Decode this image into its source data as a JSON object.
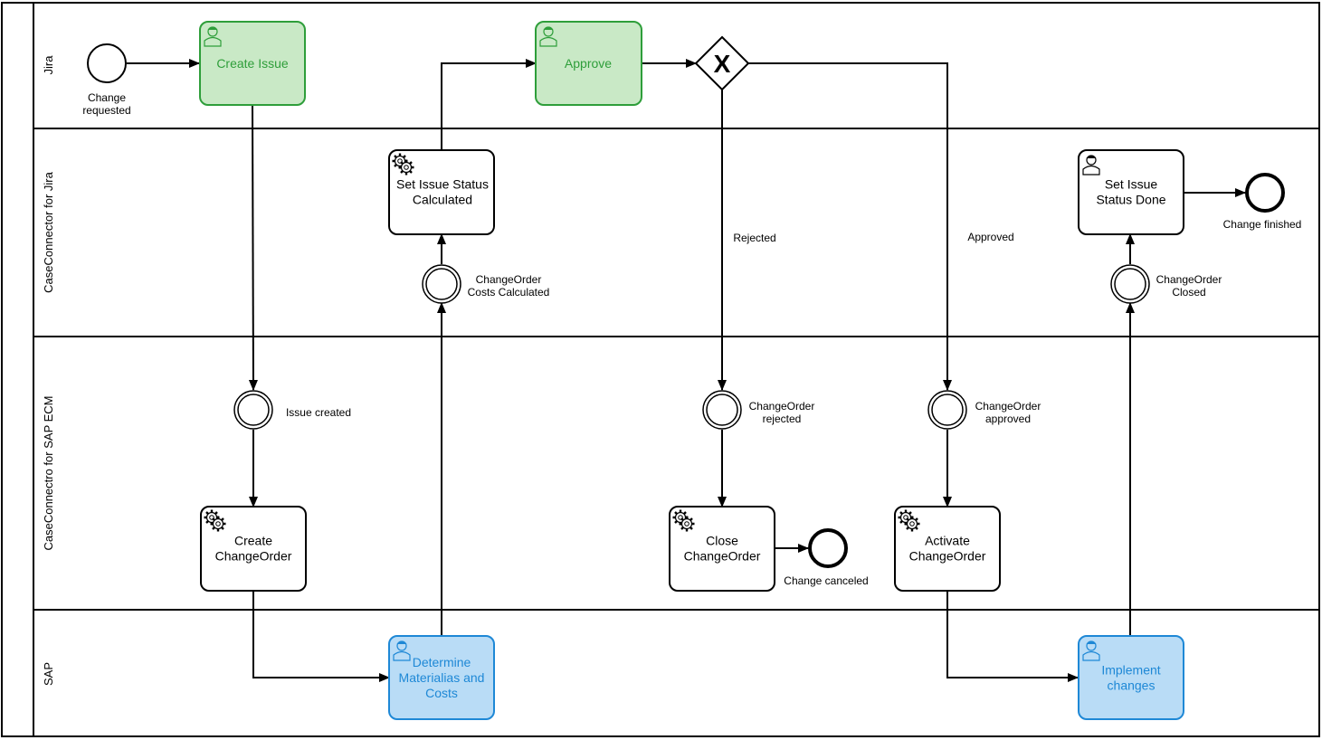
{
  "lanes": [
    {
      "label": "Jira"
    },
    {
      "label": "CaseConnector for Jira"
    },
    {
      "label": "CaseConnectro for SAP ECM"
    },
    {
      "label": "SAP"
    }
  ],
  "tasks": {
    "create_issue": {
      "lines": [
        "Create Issue"
      ],
      "kind": "user",
      "color": "#2e9e3a",
      "fill": "#c9e9c6"
    },
    "approve": {
      "lines": [
        "Approve"
      ],
      "kind": "user",
      "color": "#2e9e3a",
      "fill": "#c9e9c6"
    },
    "set_status_calculated": {
      "lines": [
        "Set Issue Status",
        "Calculated"
      ],
      "kind": "service"
    },
    "set_status_done": {
      "lines": [
        "Set Issue",
        "Status Done"
      ],
      "kind": "user"
    },
    "create_changeorder": {
      "lines": [
        "Create",
        "ChangeOrder"
      ],
      "kind": "service"
    },
    "close_changeorder": {
      "lines": [
        "Close",
        "ChangeOrder"
      ],
      "kind": "service"
    },
    "activate_changeorder": {
      "lines": [
        "Activate",
        "ChangeOrder"
      ],
      "kind": "service"
    },
    "determine_materials": {
      "lines": [
        "Determine",
        "Materialias and",
        "Costs"
      ],
      "kind": "user",
      "color": "#1e88d6",
      "fill": "#b9dcf6"
    },
    "implement_changes": {
      "lines": [
        "Implement",
        "changes"
      ],
      "kind": "user",
      "color": "#1e88d6",
      "fill": "#b9dcf6"
    }
  },
  "events": {
    "change_requested": {
      "lines": [
        "Change",
        "requested"
      ]
    },
    "issue_created": {
      "lines": [
        "Issue created"
      ]
    },
    "costs_calculated": {
      "lines": [
        "ChangeOrder",
        "Costs Calculated"
      ]
    },
    "changeorder_rejected": {
      "lines": [
        "ChangeOrder",
        "rejected"
      ]
    },
    "changeorder_approved": {
      "lines": [
        "ChangeOrder",
        "approved"
      ]
    },
    "changeorder_closed": {
      "lines": [
        "ChangeOrder",
        "Closed"
      ]
    },
    "change_canceled": {
      "lines": [
        "Change canceled"
      ]
    },
    "change_finished": {
      "lines": [
        "Change finished"
      ]
    }
  },
  "flow_labels": {
    "rejected": "Rejected",
    "approved": "Approved"
  },
  "gateway": {
    "symbol": "X"
  }
}
